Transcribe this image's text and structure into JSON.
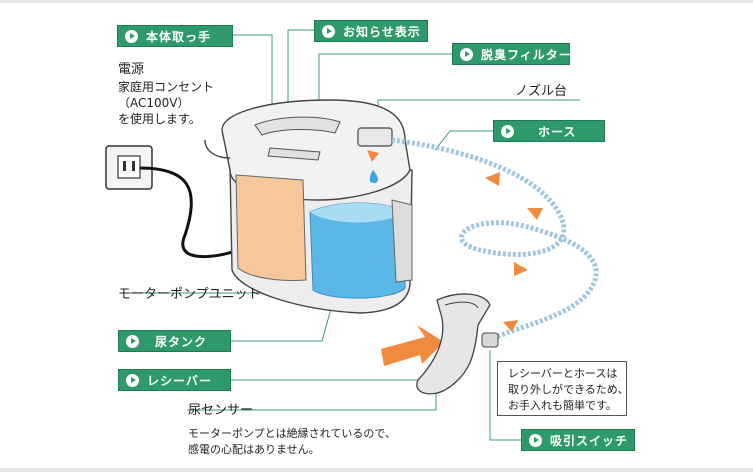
{
  "callouts": {
    "body_handle": "本体取っ手",
    "notification": "お知らせ表示",
    "deodorizing_filter": "脱臭フィルター",
    "hose": "ホース",
    "urine_tank": "尿タンク",
    "receiver": "レシーバー",
    "suction_switch": "吸引スイッチ"
  },
  "labels": {
    "power_title": "電源",
    "power_line1": "家庭用コンセント",
    "power_line2": "（AC100V）",
    "power_line3": "を使用します。",
    "nozzle_base": "ノズル台",
    "motor_pump_unit": "モーターポンプユニット",
    "urine_sensor_title": "尿センサー",
    "urine_sensor_line1": "モーターポンプとは絶縁されているので、",
    "urine_sensor_line2": "感電の心配はありません。"
  },
  "note_box": {
    "line1": "レシーバーとホースは",
    "line2": "取り外しができるため、",
    "line3": "お手入れも簡単です。"
  },
  "colors": {
    "tag_green": "#2e9a6b",
    "arrow_orange": "#f08a3e",
    "water_blue": "#5bb8e6",
    "unit_tan": "#f5c79a",
    "hose_blue": "#9fc7dd"
  }
}
